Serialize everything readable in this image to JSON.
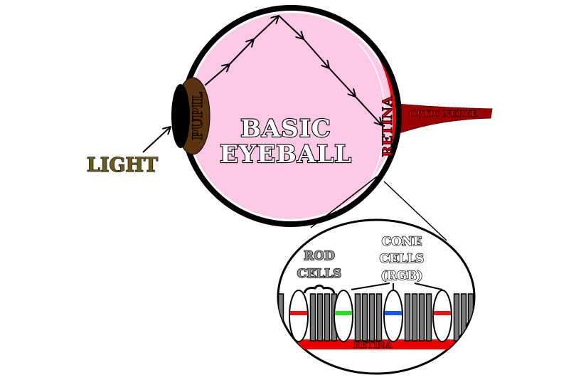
{
  "labels": {
    "light": "LIGHT",
    "pupil": "PUPIL",
    "title_line1": "BASIC",
    "title_line2": "EYEBALL",
    "retina": "RETINA",
    "optic_nerve": "OPTIC NERVE",
    "rod_line1": "ROD",
    "rod_line2": "CELLS",
    "cone_line1": "CONE",
    "cone_line2": "CELLS",
    "cone_line3": "(RGB)",
    "retina_layer": "RETINA"
  },
  "colors": {
    "eye_fill": "#fbc9e6",
    "retina": "#ee0000",
    "optic_nerve": "#9a0000",
    "pupil": "#000000",
    "iris": "#5c3311",
    "light_text": "#6b5a1a",
    "cone_red": "#e81212",
    "cone_green": "#22dd22",
    "cone_blue": "#1a55ff",
    "rod_fill": "#7a7a7a"
  },
  "cones": [
    {
      "name": "cone-red",
      "color": "#e81212"
    },
    {
      "name": "cone-green",
      "color": "#22dd22"
    },
    {
      "name": "cone-blue",
      "color": "#1a55ff"
    },
    {
      "name": "cone-red",
      "color": "#e81212"
    }
  ]
}
